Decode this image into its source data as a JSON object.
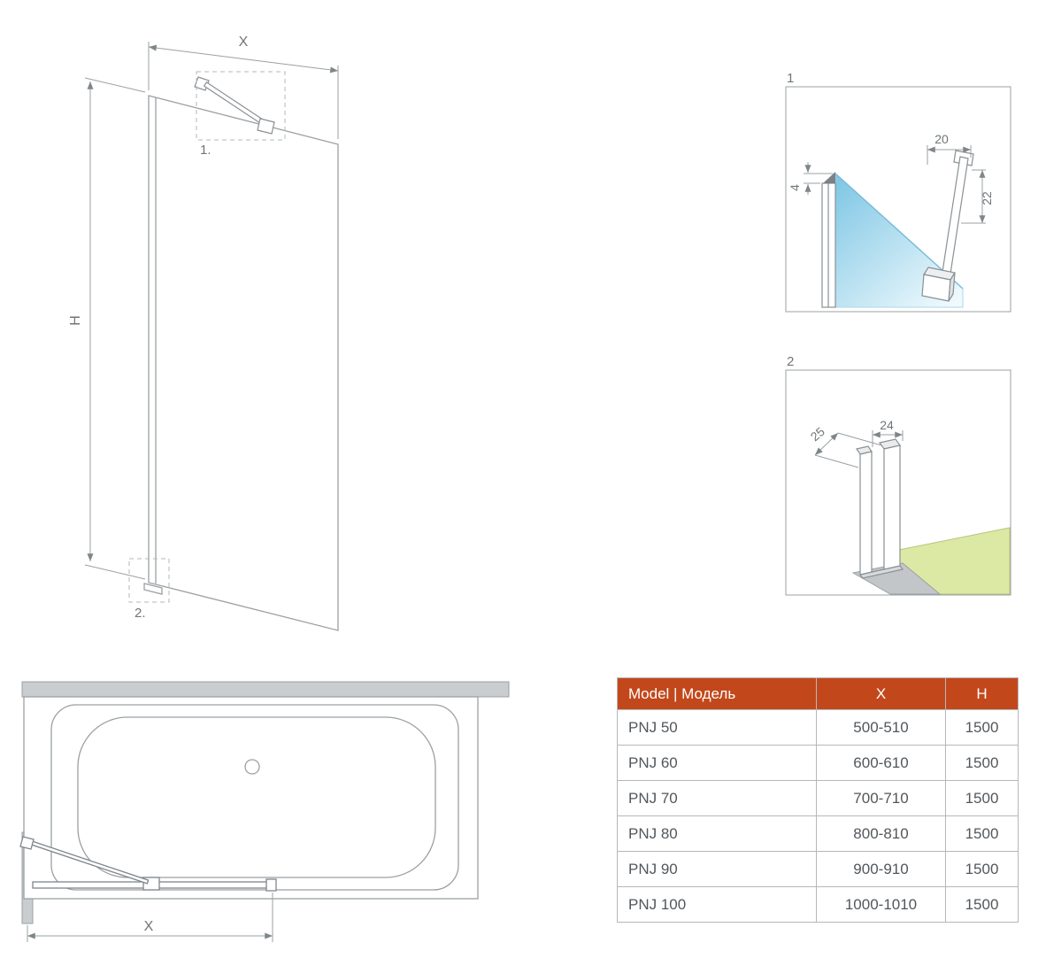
{
  "front_view": {
    "x": "X",
    "h": "H",
    "marker1": "1.",
    "marker2": "2."
  },
  "detail_1": {
    "marker": "1",
    "d20": "20",
    "d4": "4",
    "d22": "22"
  },
  "detail_2": {
    "marker": "2",
    "d25": "25",
    "d24": "24"
  },
  "top_view": {
    "x": "X"
  },
  "spec_table": {
    "headers": [
      "Model | Модель",
      "X",
      "H"
    ],
    "rows": [
      [
        "PNJ 50",
        "500-510",
        "1500"
      ],
      [
        "PNJ 60",
        "600-610",
        "1500"
      ],
      [
        "PNJ 70",
        "700-710",
        "1500"
      ],
      [
        "PNJ 80",
        "800-810",
        "1500"
      ],
      [
        "PNJ 90",
        "900-910",
        "1500"
      ],
      [
        "PNJ 100",
        "1000-1010",
        "1500"
      ]
    ],
    "header_bg": "#c2481c",
    "header_text_color": "#ffffff"
  },
  "colors": {
    "line_gray": "#9aa0a3",
    "glass_blue": "#7cc5e4",
    "floor_green": "#dce9a4",
    "wall_gray": "#c9cdcf"
  }
}
